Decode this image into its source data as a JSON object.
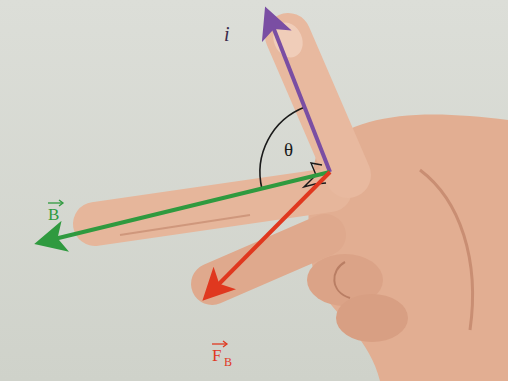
{
  "diagram": {
    "labels": [
      "i",
      "θ",
      "B",
      "F",
      "B"
    ]
  }
}
